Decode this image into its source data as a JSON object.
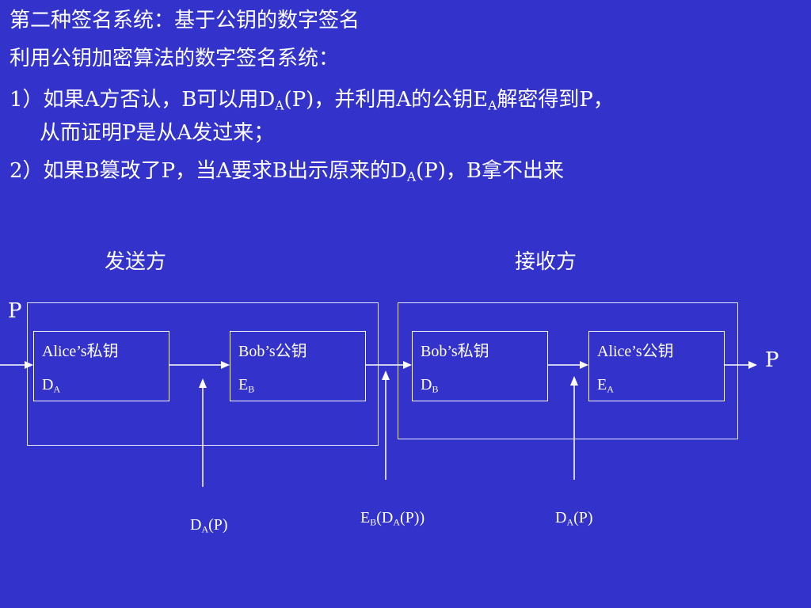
{
  "text": {
    "line1": "第二种签名系统：基于公钥的数字签名",
    "line2": "利用公钥加密算法的数字签名系统：",
    "line3a": {
      "pre": "1）如果A方否认，B可以用D",
      "sub1": "A",
      "mid1": "(P)，并利用A的公钥E",
      "sub2": "A",
      "post": "解密得到P，"
    },
    "line3b": "从而证明P是从A发过来；",
    "line4": {
      "pre": "2）如果B篡改了P，当A要求B出示原来的D",
      "sub1": "A",
      "post": "(P)，B拿不出来"
    }
  },
  "diagram": {
    "sender_label": "发送方",
    "receiver_label": "接收方",
    "input_label": "P",
    "output_label": "P",
    "boxes": [
      {
        "name": "Alice’s私钥",
        "key": "D",
        "key_sub": "A"
      },
      {
        "name": "Bob’s公钥",
        "key": "E",
        "key_sub": "B"
      },
      {
        "name": "Bob’s私钥",
        "key": "D",
        "key_sub": "B"
      },
      {
        "name": "Alice’s公钥",
        "key": "E",
        "key_sub": "A"
      }
    ],
    "bottom_labels": [
      {
        "pre": "D",
        "sub": "A",
        "post": "(P)"
      },
      {
        "pre": "E",
        "sub": "B",
        "mid": "(D",
        "sub2": "A",
        "post": "(P))"
      },
      {
        "pre": "D",
        "sub": "A",
        "post": "(P)"
      }
    ]
  },
  "colors": {
    "background": "#3333cc",
    "foreground": "#ffffff"
  }
}
